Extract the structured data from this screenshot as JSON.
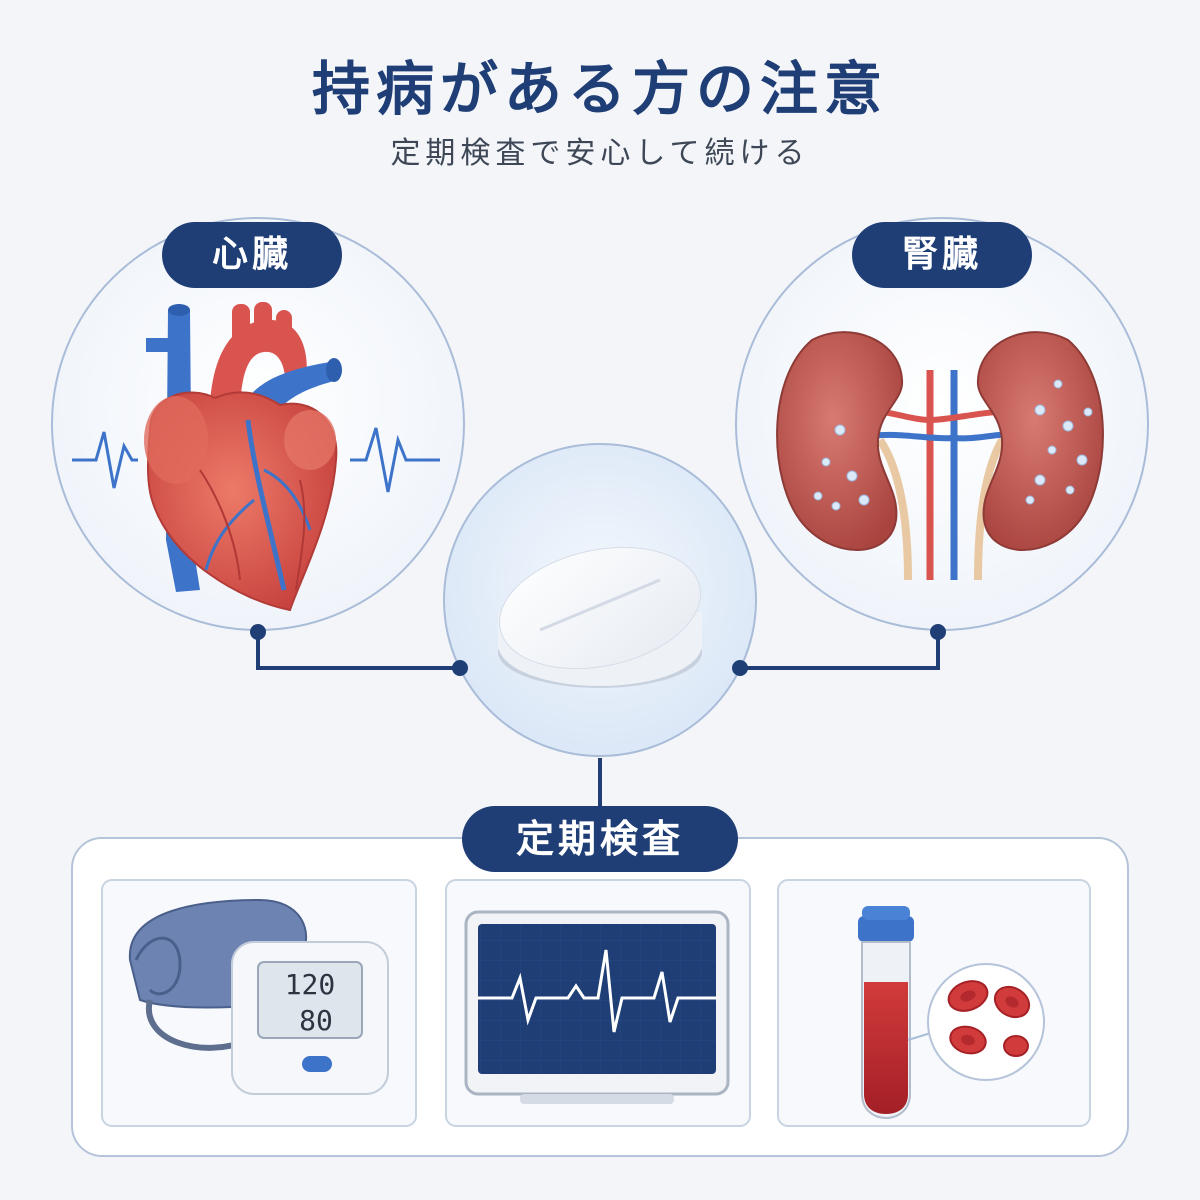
{
  "header": {
    "title": "持病がある方の注意",
    "subtitle": "定期検査で安心して続ける"
  },
  "organs": {
    "heart_label": "心臓",
    "kidney_label": "腎臓"
  },
  "checkup": {
    "label": "定期検査",
    "bp_monitor": {
      "systolic": "120",
      "diastolic": "80"
    }
  },
  "icons": [
    "heart-icon",
    "kidney-icon",
    "pill-tablet-icon",
    "blood-pressure-monitor-icon",
    "ecg-monitor-icon",
    "blood-test-tube-icon",
    "red-blood-cells-icon"
  ],
  "colors": {
    "navy": "#1f3e76",
    "ring": "#a9bcd8",
    "heart_red": "#d9534f",
    "vein_blue": "#3d74c9",
    "kidney": "#c05a58"
  }
}
